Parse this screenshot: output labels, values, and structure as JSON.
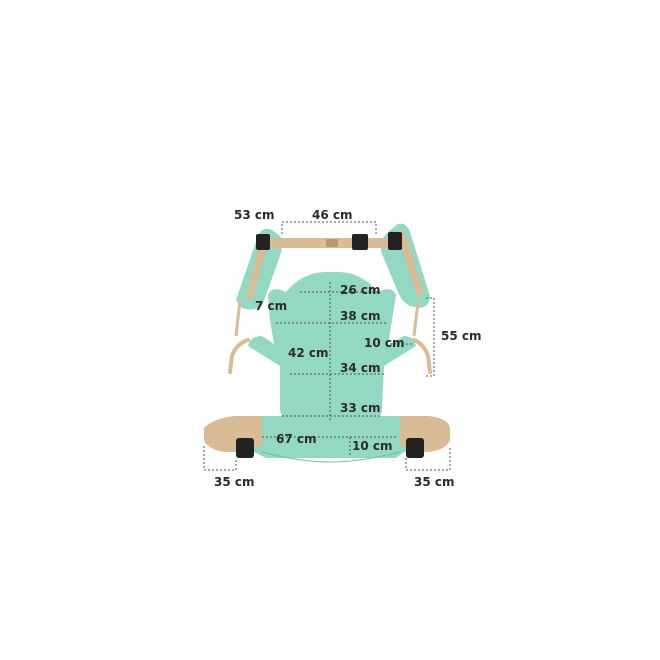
{
  "colors": {
    "mint": "#93d8c3",
    "mint_dark": "#6fbfa6",
    "strap": "#d9bb96",
    "strap_dark": "#b89874",
    "buckle": "#222222",
    "dash": "#555555"
  },
  "measurements": {
    "harness_strap": "53 cm",
    "chest_strap": "46 cm",
    "panel_top_width": "26 cm",
    "side_height": "7 cm",
    "upper_panel_width": "38 cm",
    "inner_width": "10 cm",
    "panel_height": "42 cm",
    "mid_panel_width": "34 cm",
    "back_height": "55 cm",
    "lower_panel_width": "33 cm",
    "waist_belt_width": "67 cm",
    "belt_height": "10 cm",
    "belt_left_extension": "35 cm",
    "belt_right_extension": "35 cm"
  }
}
